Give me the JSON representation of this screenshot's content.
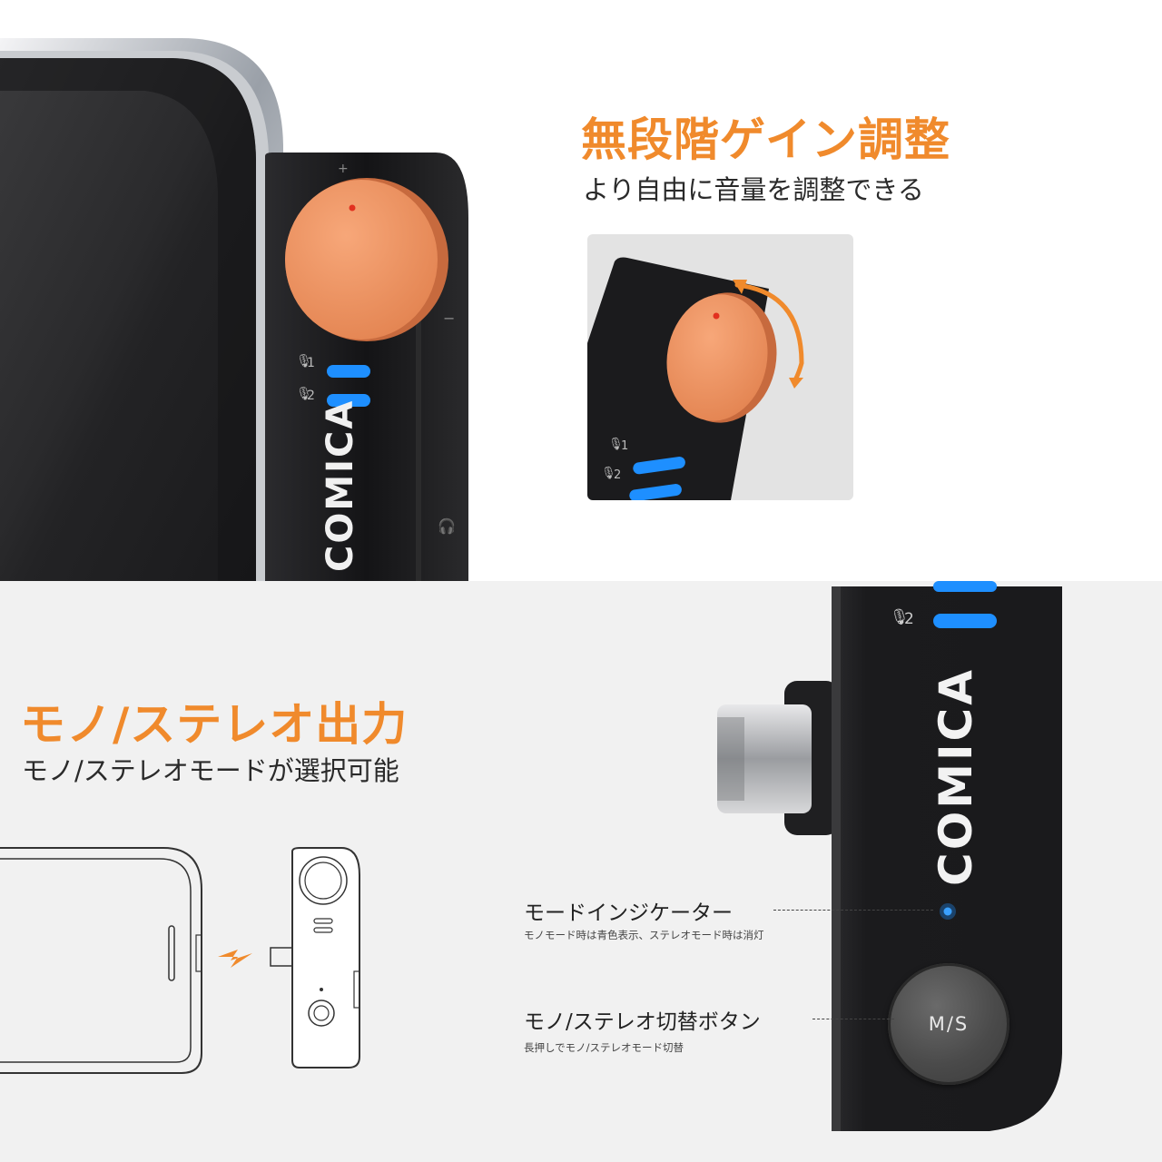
{
  "top": {
    "headline": "無段階ゲイン調整",
    "subline": "より自由に音量を調整できる"
  },
  "device": {
    "brand": "COMICA",
    "channel_1": "1",
    "channel_2": "2",
    "plus_mark": "+",
    "minus_mark": "−"
  },
  "bottom": {
    "headline": "モノ/ステレオ出力",
    "subline": "モノ/ステレオモードが選択可能",
    "indicator_title": "モードインジケーター",
    "indicator_desc": "モノモード時は青色表示、ステレオモード時は消灯",
    "switch_title": "モノ/ステレオ切替ボタン",
    "switch_desc": "長押しでモノ/ステレオモード切替",
    "ms_label": "M/S"
  },
  "colors": {
    "accent_orange": "#f08a2c",
    "knob_orange": "#f0915a",
    "led_blue": "#1e8fff",
    "device_black": "#1b1b1d"
  },
  "icons": [
    "mic-icon",
    "lightning-icon",
    "headphone-icon"
  ]
}
